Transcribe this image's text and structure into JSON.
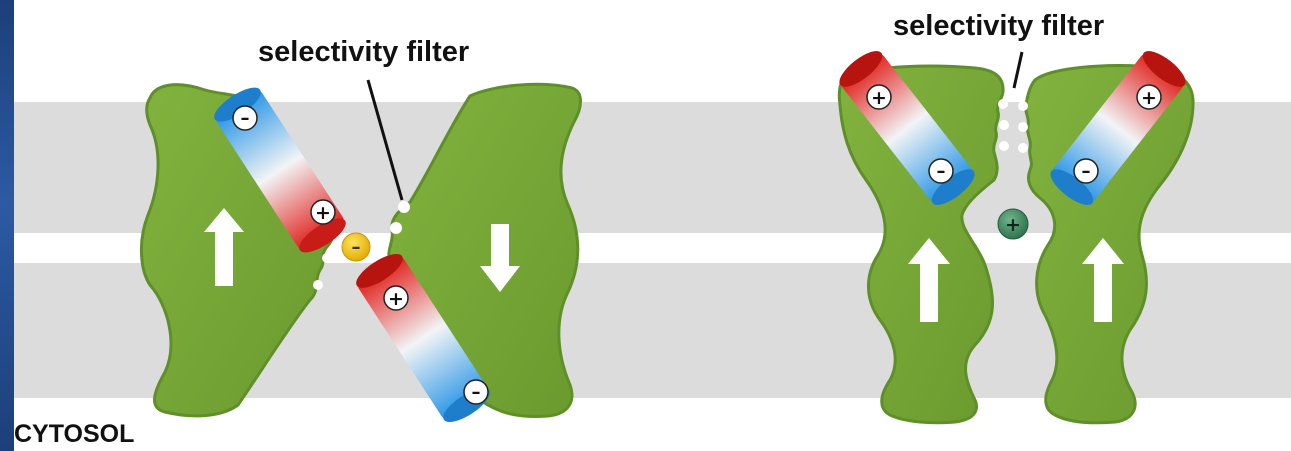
{
  "labels": {
    "filter_left": "selectivity filter",
    "filter_right": "selectivity filter",
    "cytosol": "CYTOSOL"
  },
  "charges": {
    "plus": "+",
    "minus": "–"
  },
  "colors": {
    "membrane": "#dcdcdd",
    "protein": "#74a336",
    "protein_dark": "#5a8a26",
    "helix_positive": "#e0241f",
    "helix_negative": "#1f8ee0",
    "ion_negative": "#f2c300",
    "ion_positive": "#3f8a63",
    "frame": "#2c5aa4"
  }
}
